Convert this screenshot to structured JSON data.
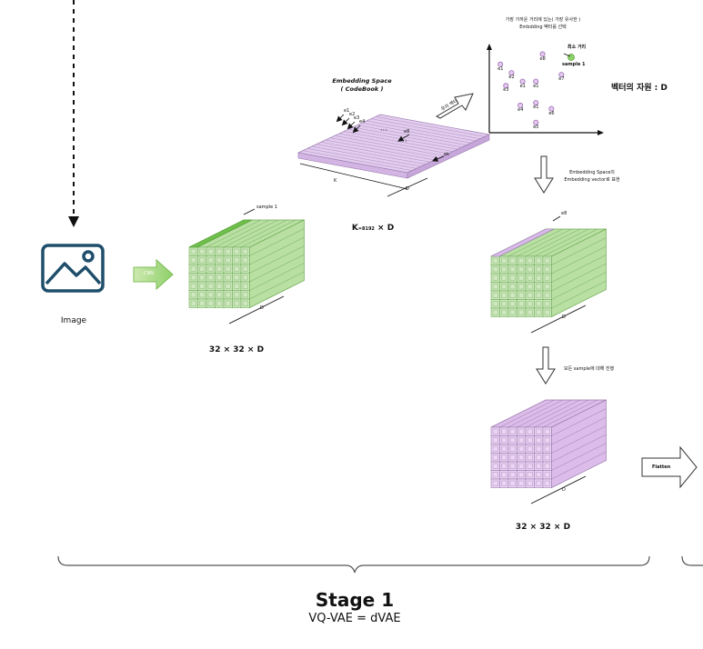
{
  "image_label": "Image",
  "cnn_label": "CNN",
  "sample_label": "sample 1",
  "grid_size_label": "32 × 32 × D",
  "grid_size_label_2": "32 × 32 × D",
  "depth_label": "D",
  "codebook": {
    "title": "Embedding Space",
    "subtitle": "( CodeBook )",
    "vector_labels": [
      "e1",
      "e2",
      "e3",
      "e4"
    ],
    "e8_label": "e8",
    "ek_label": "ek",
    "k_axis": "K",
    "d_axis": "D",
    "size_label_k": "K",
    "size_label_sub": "=8192",
    "size_label_rest": " × D"
  },
  "arrow_label_up": "유의 벡터",
  "scatter": {
    "caption_line1": "가장 가까운 거리에 있는( 가장 유사한 )",
    "caption_line2": "Embdding 벡터를 선택",
    "min_dist_label": "최소 거리",
    "sample_label": "sample 1",
    "points": [
      {
        "label": "e1",
        "x": 0.1,
        "y": 0.8
      },
      {
        "label": "e2",
        "x": 0.2,
        "y": 0.7
      },
      {
        "label": "e3",
        "x": 0.15,
        "y": 0.55
      },
      {
        "label": "e1",
        "x": 0.3,
        "y": 0.6
      },
      {
        "label": "e1",
        "x": 0.42,
        "y": 0.6
      },
      {
        "label": "e8",
        "x": 0.48,
        "y": 0.92
      },
      {
        "label": "e7",
        "x": 0.65,
        "y": 0.68
      },
      {
        "label": "e4",
        "x": 0.28,
        "y": 0.32
      },
      {
        "label": "e1",
        "x": 0.42,
        "y": 0.35
      },
      {
        "label": "e6",
        "x": 0.56,
        "y": 0.28
      },
      {
        "label": "e5",
        "x": 0.42,
        "y": 0.12
      }
    ]
  },
  "dimension_label": "벡터의 자원 : D",
  "step2_line1": "Embedding Space의",
  "step2_line2": "Embedding vector로 표현",
  "e8_label": "e8",
  "step3_label": "모든 sample에 대해 진행",
  "flatten_label": "Flatten",
  "stage_title": "Stage 1",
  "stage_subtitle": "VQ-VAE = dVAE"
}
